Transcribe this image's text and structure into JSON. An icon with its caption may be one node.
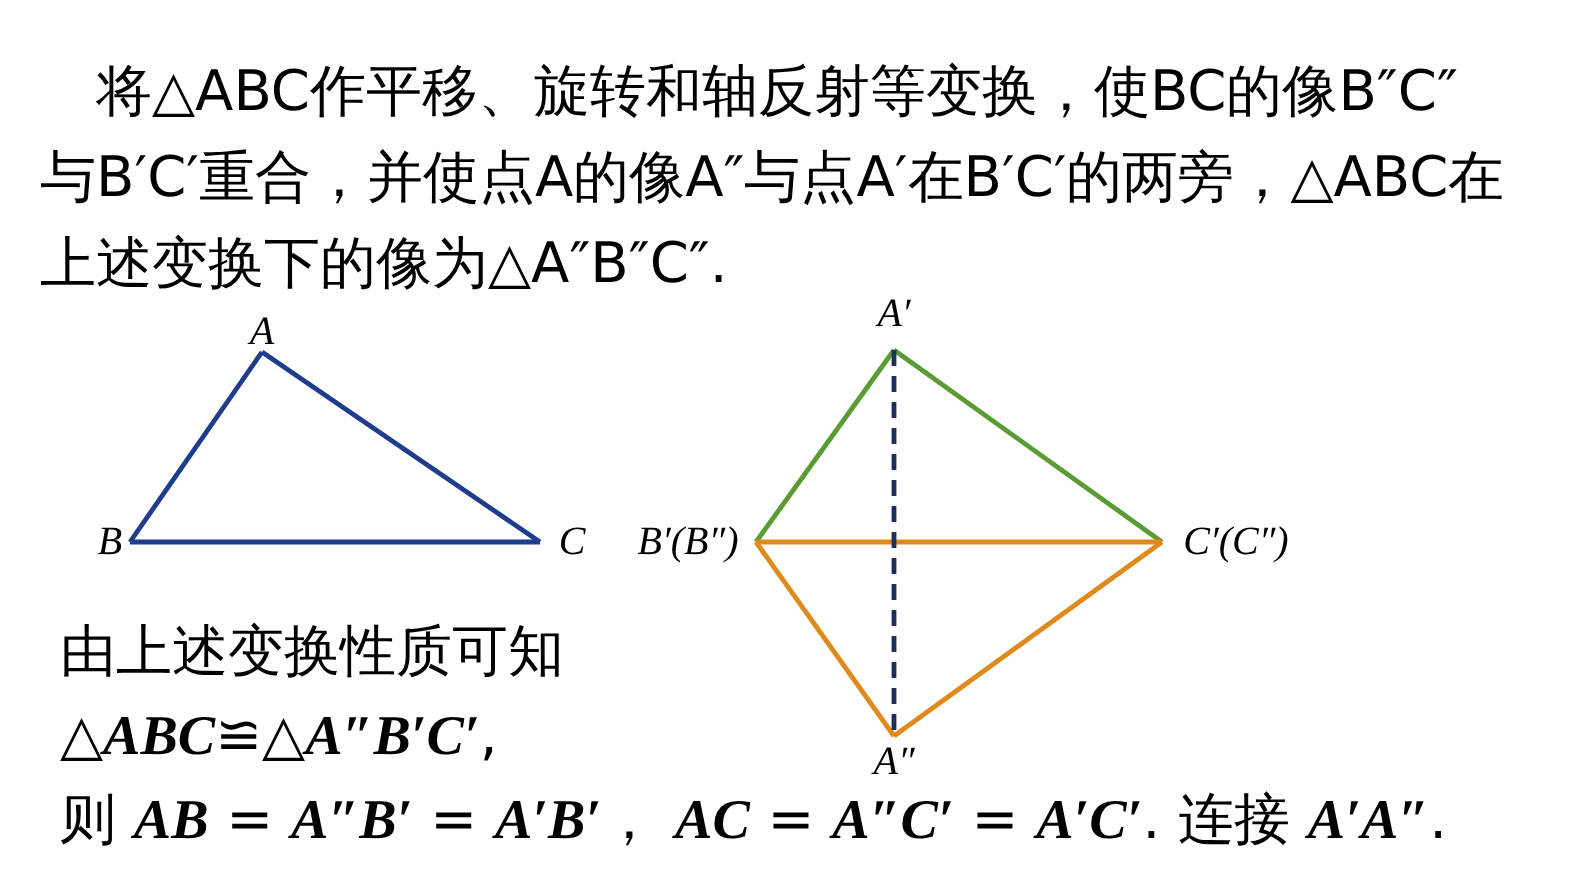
{
  "diagram": {
    "nodes": [
      {
        "text": [
          "A"
        ]
      },
      {
        "text": [
          "B"
        ]
      },
      {
        "text": [
          "C"
        ]
      },
      {
        "text": [
          "A′"
        ]
      },
      {
        "text": [
          "B′(B″)"
        ]
      },
      {
        "text": [
          "C′(C″)"
        ]
      },
      {
        "text": [
          "A″"
        ]
      }
    ],
    "edges": [
      {
        "from": 0,
        "to": 1,
        "arrow": "none",
        "color": "#1f3d8c"
      },
      {
        "from": 1,
        "to": 2,
        "arrow": "none",
        "color": "#1f3d8c"
      },
      {
        "from": 2,
        "to": 0,
        "arrow": "none",
        "color": "#1f3d8c"
      },
      {
        "from": 3,
        "to": 4,
        "arrow": "none",
        "color": "#5b9b34"
      },
      {
        "from": 3,
        "to": 5,
        "arrow": "none",
        "color": "#5b9b34"
      },
      {
        "from": 4,
        "to": 5,
        "arrow": "none",
        "color": "#e08a1c"
      },
      {
        "from": 4,
        "to": 6,
        "arrow": "none",
        "color": "#e08a1c"
      },
      {
        "from": 5,
        "to": 6,
        "arrow": "none",
        "color": "#e08a1c"
      },
      {
        "from": 3,
        "to": 6,
        "arrow": "none",
        "style": "dashed",
        "color": "#1f2f5c"
      }
    ],
    "labels": [
      "将△ABC作平移、旋转和轴反射等变换，使BC的像B″C″与B′C′重合，并使点A的像A″与点A′在B′C′的两旁，△ABC在上述变换下的像为△A″B″C″.",
      "由上述变换性质可知",
      "△*ABC*≌△*A″B′C′*,",
      "则 *AB* = *A″B′* = *A′B′*， *AC* = *A″C′* = *A′C′*. 连接 *A′A″*."
    ]
  }
}
